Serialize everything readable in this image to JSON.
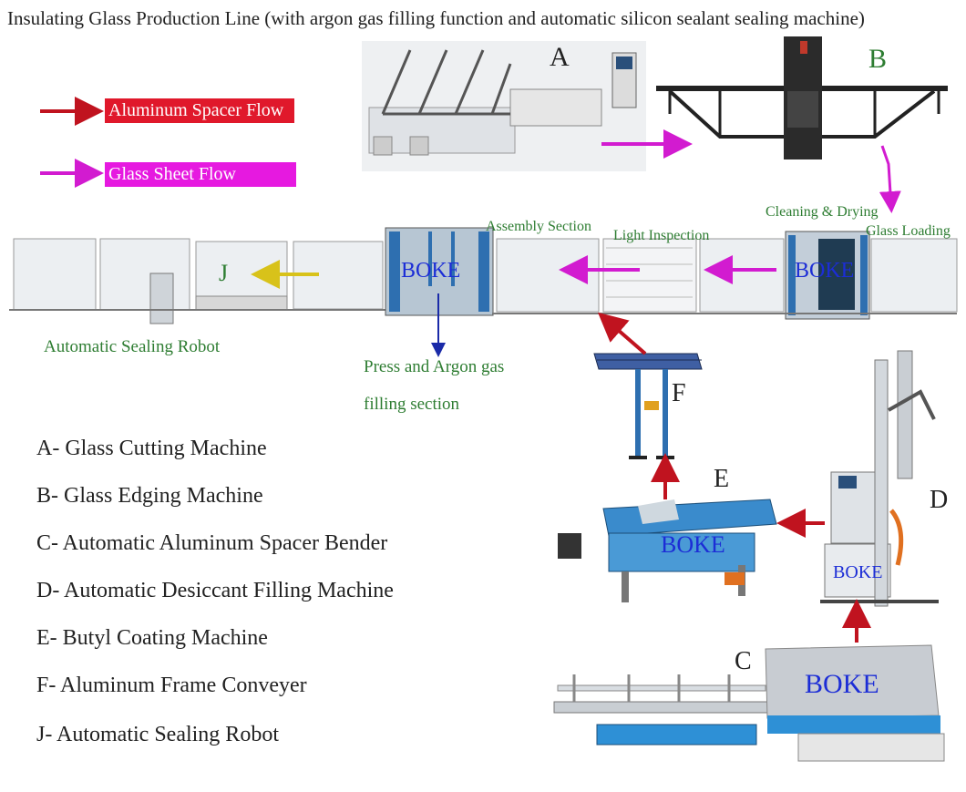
{
  "title": "Insulating Glass Production Line (with argon gas filling function and automatic silicon sealant sealing machine)",
  "legend": {
    "aluminum": {
      "label": "Aluminum Spacer Flow",
      "color": "#e0182b"
    },
    "glass": {
      "label": "Glass Sheet Flow",
      "color": "#e619e0"
    }
  },
  "letters": {
    "a": "A",
    "b": "B",
    "c": "C",
    "d": "D",
    "e": "E",
    "f": "F",
    "j": "J"
  },
  "brand": "BOKE",
  "sections": {
    "cleaning": "Cleaning & Drying",
    "loading": "Glass Loading",
    "assembly": "Assembly Section",
    "light": "Light Inspection",
    "robot": "Automatic Sealing Robot",
    "press_line1": "Press and Argon gas",
    "press_line2": "filling section"
  },
  "key": [
    "A- Glass Cutting Machine",
    "B- Glass Edging Machine",
    "C- Automatic Aluminum Spacer Bender",
    "D- Automatic Desiccant Filling Machine",
    "E- Butyl Coating Machine",
    "F- Aluminum Frame Conveyer",
    "J- Automatic Sealing Robot"
  ],
  "icons": {
    "red_arrow": "red-arrow-icon",
    "magenta_arrow": "magenta-arrow-icon",
    "yellow_arrow": "yellow-arrow-icon",
    "blue_arrow": "blue-arrow-icon"
  }
}
